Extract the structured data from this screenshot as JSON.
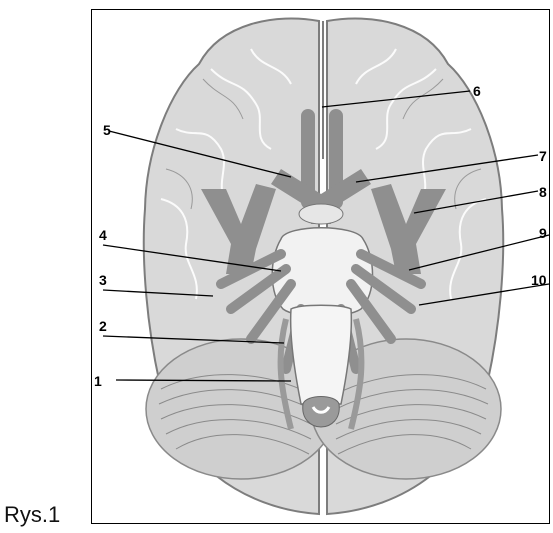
{
  "caption": "Rys.1",
  "labels": [
    "1",
    "2",
    "3",
    "4",
    "5",
    "6",
    "7",
    "8",
    "9",
    "10"
  ],
  "colors": {
    "brain": "#d9d9d9",
    "brain_edge": "#8a8a8a",
    "nerve": "#8f8f8f",
    "pointer": "#000000"
  }
}
